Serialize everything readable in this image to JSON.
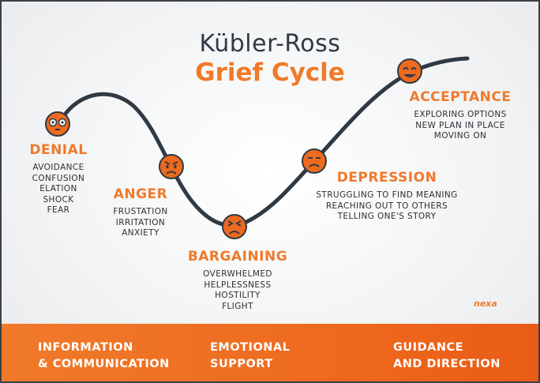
{
  "title": {
    "line1": "Kübler-Ross",
    "line2": "Grief Cycle"
  },
  "stages": [
    {
      "name": "DENIAL",
      "items": [
        "AVOIDANCE",
        "CONFUSION",
        "ELATION",
        "SHOCK",
        "FEAR"
      ],
      "face": "shocked-face-icon"
    },
    {
      "name": "ANGER",
      "items": [
        "FRUSTATION",
        "IRRITATION",
        "ANXIETY"
      ],
      "face": "angry-face-icon"
    },
    {
      "name": "BARGAINING",
      "items": [
        "OVERWHELMED",
        "HELPLESSNESS",
        "HOSTILITY",
        "FLIGHT"
      ],
      "face": "distressed-face-icon"
    },
    {
      "name": "DEPRESSION",
      "items": [
        "STRUGGLING TO FIND MEANING",
        "REACHING OUT TO OTHERS",
        "TELLING ONE'S STORY"
      ],
      "face": "sad-face-icon"
    },
    {
      "name": "ACCEPTANCE",
      "items": [
        "EXPLORING OPTIONS",
        "NEW PLAN IN PLACE",
        "MOVING ON"
      ],
      "face": "happy-face-icon"
    }
  ],
  "logo": "nexa",
  "footer": {
    "col1": {
      "line1": "INFORMATION",
      "line2": "& COMMUNICATION"
    },
    "col2": {
      "line1": "EMOTIONAL",
      "line2": "SUPPORT"
    },
    "col3": {
      "line1": "GUIDANCE",
      "line2": "AND DIRECTION"
    }
  },
  "colors": {
    "accent": "#f07a2a",
    "curve": "#2f3a44"
  }
}
